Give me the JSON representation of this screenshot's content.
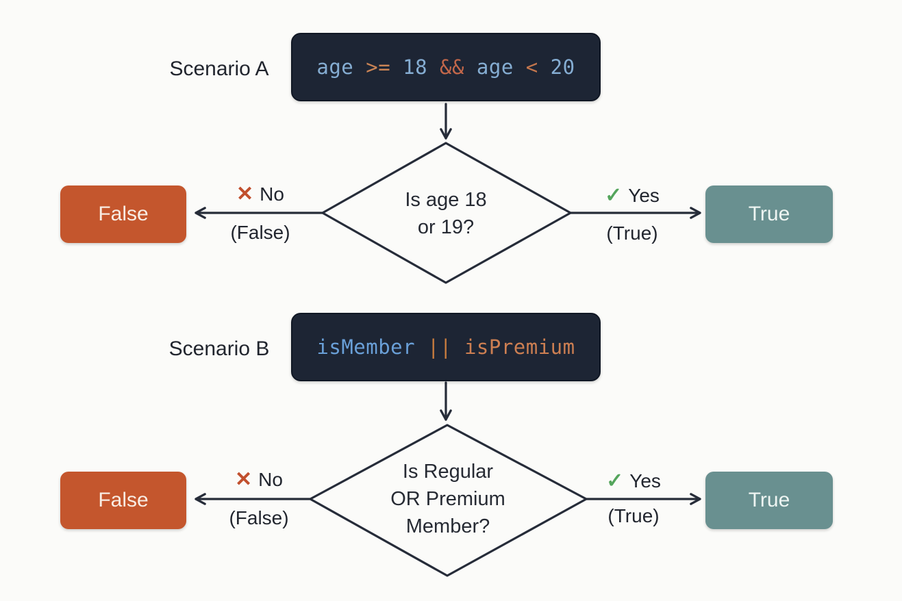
{
  "palette": {
    "canvas_bg": "#fbfbf9",
    "code_bg": "#1d2534",
    "stroke": "#262c39",
    "label_text": "#21252e",
    "decision_text": "#262a33",
    "false_bg": "#c4562d",
    "false_text": "#f8ece3",
    "true_bg": "#699090",
    "true_text": "#eef5f2",
    "cross": "#c14f2d",
    "check": "#54a55c"
  },
  "scenarios": [
    {
      "label": "Scenario A",
      "code_tokens": [
        {
          "text": "age ",
          "color": "#85add2"
        },
        {
          "text": ">= ",
          "color": "#ca8455"
        },
        {
          "text": "18 ",
          "color": "#85add2"
        },
        {
          "text": "&& ",
          "color": "#c2674a"
        },
        {
          "text": "age ",
          "color": "#85add2"
        },
        {
          "text": "< ",
          "color": "#c3764d"
        },
        {
          "text": "20",
          "color": "#85add2"
        }
      ],
      "decision_lines": [
        "Is age 18",
        "or 19?"
      ],
      "no_icon": "✕",
      "no_label": "No",
      "no_sub": "(False)",
      "no_result": "False",
      "yes_icon": "✓",
      "yes_label": "Yes",
      "yes_sub": "(True)",
      "yes_result": "True"
    },
    {
      "label": "Scenario B",
      "code_tokens": [
        {
          "text": "isMember ",
          "color": "#6aa0d8"
        },
        {
          "text": "|| ",
          "color": "#c47a3e"
        },
        {
          "text": "isPremium",
          "color": "#cd7f52"
        }
      ],
      "decision_lines": [
        "Is Regular",
        "OR Premium",
        "Member?"
      ],
      "no_icon": "✕",
      "no_label": "No",
      "no_sub": "(False)",
      "no_result": "False",
      "yes_icon": "✓",
      "yes_label": "Yes",
      "yes_sub": "(True)",
      "yes_result": "True"
    }
  ]
}
